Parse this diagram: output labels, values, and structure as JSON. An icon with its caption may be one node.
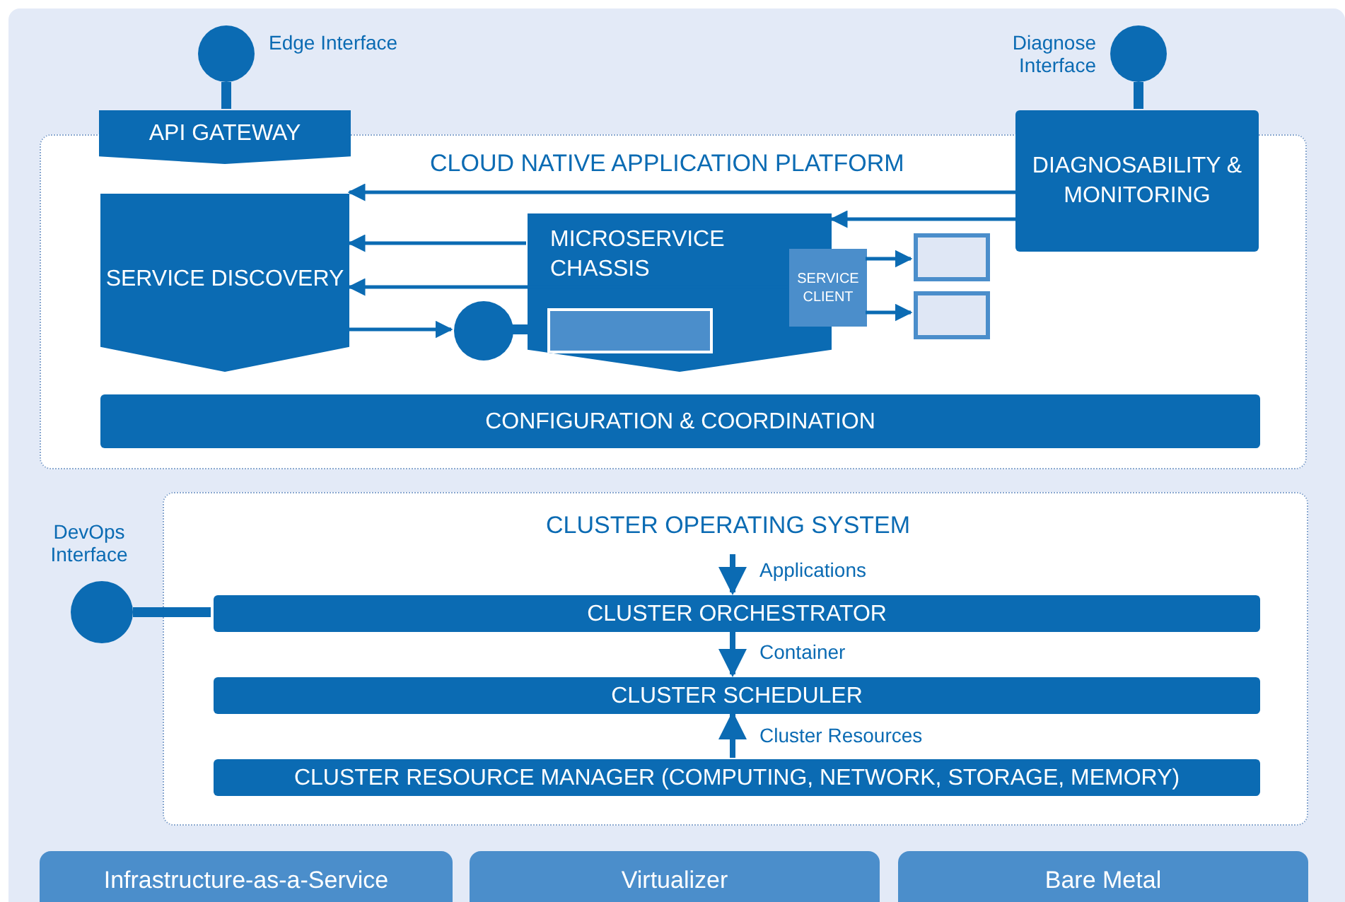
{
  "diagram": {
    "nodes": [
      {
        "text": [
          "CLOUD NATIVE APPLICATION PLATFORM"
        ]
      },
      {
        "text": [
          "API GATEWAY"
        ]
      },
      {
        "text": [],
        "shape": "circle",
        "beside": [
          "Edge Interface"
        ]
      },
      {
        "text": [],
        "shape": "circle",
        "beside": [
          "Diagnose Interface"
        ]
      },
      {
        "text": [
          "DIAGNOSABILITY & MONITORING"
        ]
      },
      {
        "text": [
          "SERVICE DISCOVERY"
        ],
        "in": 0
      },
      {
        "text": [
          "MICROSERVICE CHASSIS"
        ],
        "in": 0
      },
      {
        "text": [
          "SERVICE CLIENT"
        ],
        "in": 0
      },
      {
        "text": [],
        "shape": "circle",
        "in": 0
      },
      {
        "text": [],
        "shape": "bar",
        "in": 6
      },
      {
        "text": [],
        "shape": "box",
        "in": 0
      },
      {
        "text": [],
        "shape": "box",
        "in": 0
      },
      {
        "text": [
          "CONFIGURATION & COORDINATION"
        ],
        "in": 0
      },
      {
        "text": [
          "CLUSTER OPERATING SYSTEM"
        ]
      },
      {
        "text": [],
        "shape": "circle",
        "beside": [
          "DevOps Interface"
        ]
      },
      {
        "text": [
          "CLUSTER ORCHESTRATOR"
        ],
        "in": 13
      },
      {
        "text": [
          "CLUSTER SCHEDULER"
        ],
        "in": 13
      },
      {
        "text": [
          "CLUSTER RESOURCE MANAGER (COMPUTING, NETWORK, STORAGE, MEMORY)"
        ],
        "in": 13
      },
      {
        "text": [
          "Infrastructure-as-a-Service"
        ]
      },
      {
        "text": [
          "Virtualizer"
        ]
      },
      {
        "text": [
          "Bare Metal"
        ]
      }
    ],
    "edges": [
      {
        "from": 2,
        "to": 1,
        "arrow": "none",
        "style": "thick"
      },
      {
        "from": 3,
        "to": 4,
        "arrow": "none",
        "style": "thick"
      },
      {
        "from": 4,
        "to": 5,
        "arrow": "to"
      },
      {
        "from": 4,
        "to": 6,
        "arrow": "to"
      },
      {
        "from": 6,
        "to": 5,
        "arrow": "to"
      },
      {
        "from": 7,
        "to": 5,
        "arrow": "to"
      },
      {
        "from": 5,
        "to": 8,
        "arrow": "to"
      },
      {
        "from": 8,
        "to": 9,
        "arrow": "none",
        "style": "thick"
      },
      {
        "from": 7,
        "to": 10,
        "arrow": "to"
      },
      {
        "from": 7,
        "to": 11,
        "arrow": "to"
      },
      {
        "from": 14,
        "to": 15,
        "arrow": "none",
        "style": "thick"
      },
      {
        "from": null,
        "to": 15,
        "arrow": "to",
        "label": "Applications"
      },
      {
        "from": 15,
        "to": 16,
        "arrow": "to",
        "label": "Container"
      },
      {
        "from": 17,
        "to": 16,
        "arrow": "to",
        "label": "Cluster Resources"
      }
    ]
  }
}
